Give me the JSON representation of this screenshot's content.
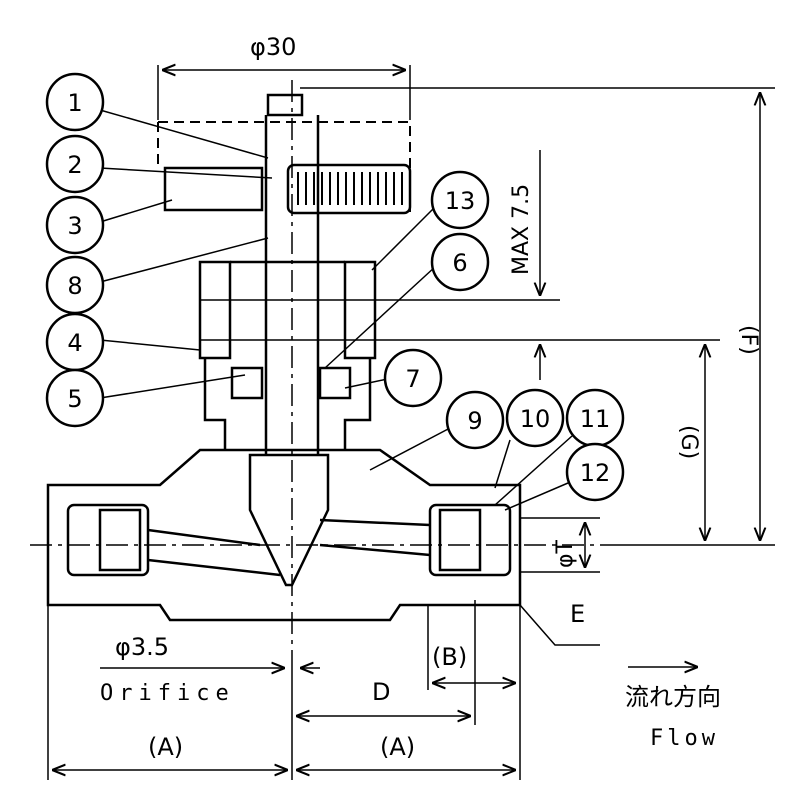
{
  "dimensions": {
    "phi30": "φ30",
    "phi35": "φ3.5",
    "orifice": "Orifice",
    "max75": "MAX 7.5",
    "F": "(F)",
    "G": "(G)",
    "phiT": "φT",
    "E": "E",
    "B": "(B)",
    "D": "D",
    "A_left": "(A)",
    "A_right": "(A)"
  },
  "parts": [
    {
      "n": "1"
    },
    {
      "n": "2"
    },
    {
      "n": "3"
    },
    {
      "n": "8"
    },
    {
      "n": "4"
    },
    {
      "n": "5"
    },
    {
      "n": "13"
    },
    {
      "n": "6"
    },
    {
      "n": "7"
    },
    {
      "n": "9"
    },
    {
      "n": "10"
    },
    {
      "n": "11"
    },
    {
      "n": "12"
    }
  ],
  "flow": {
    "jp": "流れ方向",
    "en": "Flow"
  },
  "colors": {
    "line": "#000000",
    "background": "#ffffff"
  }
}
